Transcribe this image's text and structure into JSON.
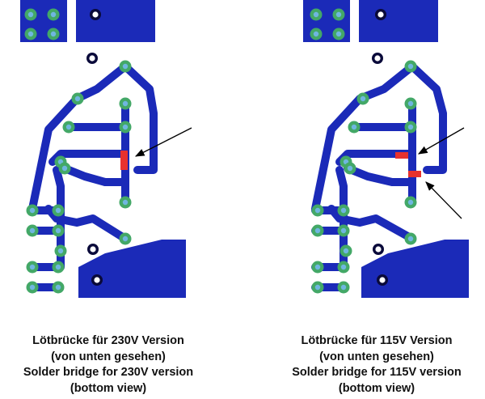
{
  "colors": {
    "copper": "#1b2ab8",
    "pad": "#43a867",
    "pad_hole": "#6fb6e0",
    "solder_bridge": "#e8322e",
    "mount_hole_ring": "#0a0a3a",
    "arrow": "#000000",
    "background": "#ffffff"
  },
  "panels": {
    "left": {
      "caption_line1": "Lötbrücke für 230V Version",
      "caption_line2": "(von unten gesehen)",
      "caption_line3": "Solder bridge for 230V version",
      "caption_line4": "(bottom view)",
      "bridge_count": 1,
      "arrow_count": 1
    },
    "right": {
      "caption_line1": "Lötbrücke für 115V Version",
      "caption_line2": "(von unten gesehen)",
      "caption_line3": "Solder bridge for 115V version",
      "caption_line4": "(bottom view)",
      "bridge_count": 2,
      "arrow_count": 2
    }
  }
}
